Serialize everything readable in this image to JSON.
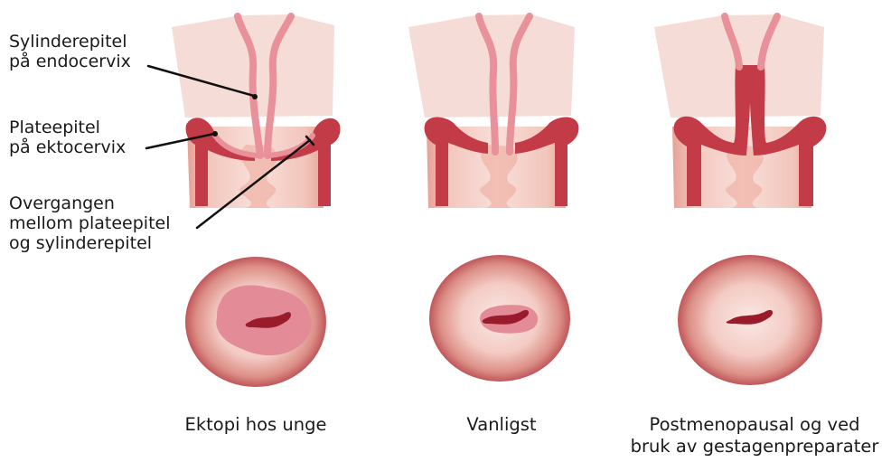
{
  "labels": {
    "columnar_epithelium": [
      "Sylinderepitel",
      "på endocervix"
    ],
    "squamous_epithelium": [
      "Plateepitel",
      "på ektocervix"
    ],
    "transformation_zone": [
      "Overgangen",
      "mellom plateepitel",
      "og sylinderepitel"
    ]
  },
  "panels": [
    {
      "caption": [
        "Ektopi hos unge"
      ]
    },
    {
      "caption": [
        "Vanligst"
      ]
    },
    {
      "caption": [
        "Postmenopausal og ved",
        "bruk av gestagenpreparater"
      ]
    }
  ],
  "colors": {
    "tissue_pale": "#f6dcd6",
    "columnar_pink": "#e8919a",
    "squamous_red": "#c23b47",
    "canal_light": "#f0b6ab",
    "os_dark": "#9a1b2c",
    "ectropion_pink": "#e48b98"
  }
}
